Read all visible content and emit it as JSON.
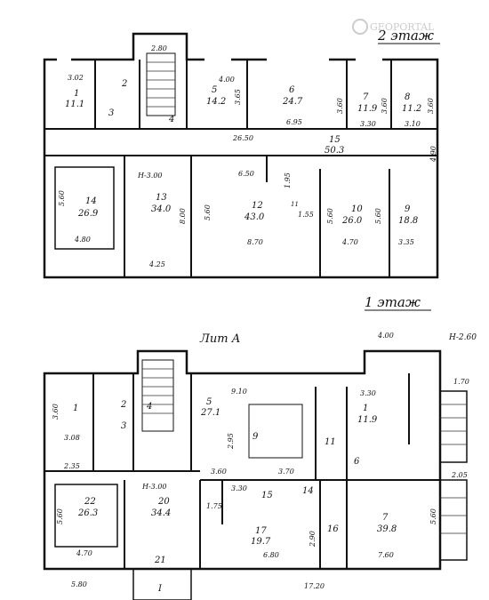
{
  "logo": {
    "text": "GEOPORTAL"
  },
  "floor2": {
    "title": "2 этаж",
    "rooms": [
      {
        "no": "1",
        "area": "11.1"
      },
      {
        "no": "2",
        "area": ""
      },
      {
        "no": "3",
        "area": ""
      },
      {
        "no": "4",
        "area": ""
      },
      {
        "no": "5",
        "area": "14.2"
      },
      {
        "no": "6",
        "area": "24.7"
      },
      {
        "no": "7",
        "area": "11.9"
      },
      {
        "no": "8",
        "area": "11.2"
      },
      {
        "no": "9",
        "area": "18.8"
      },
      {
        "no": "10",
        "area": "26.0"
      },
      {
        "no": "11",
        "area": ""
      },
      {
        "no": "12",
        "area": "43.0"
      },
      {
        "no": "13",
        "area": "34.0"
      },
      {
        "no": "14",
        "area": "26.9"
      },
      {
        "no": "15",
        "area": "50.3"
      }
    ],
    "dims": [
      "3.02",
      "2.80",
      "4.00",
      "3.65",
      "3.60",
      "3.60",
      "3.60",
      "6.95",
      "3.30",
      "3.10",
      "26.50",
      "4.90",
      "6.50",
      "1.95",
      "1.55",
      "5.60",
      "5.60",
      "5.60",
      "5.60",
      "8.00",
      "8.70",
      "4.70",
      "3.35",
      "4.80",
      "4.25",
      "H-3.00"
    ]
  },
  "floor1": {
    "title": "1 этаж",
    "lit": "Лит А",
    "height_note": "H-2.60",
    "rooms": [
      {
        "no": "1",
        "area": ""
      },
      {
        "no": "1",
        "area": "11.9"
      },
      {
        "no": "2",
        "area": ""
      },
      {
        "no": "3",
        "area": ""
      },
      {
        "no": "4",
        "area": ""
      },
      {
        "no": "5",
        "area": "27.1"
      },
      {
        "no": "6",
        "area": ""
      },
      {
        "no": "7",
        "area": "39.8"
      },
      {
        "no": "9",
        "area": ""
      },
      {
        "no": "11",
        "area": ""
      },
      {
        "no": "14",
        "area": ""
      },
      {
        "no": "15",
        "area": ""
      },
      {
        "no": "16",
        "area": ""
      },
      {
        "no": "17",
        "area": "19.7"
      },
      {
        "no": "20",
        "area": "34.4"
      },
      {
        "no": "21",
        "area": ""
      },
      {
        "no": "22",
        "area": "26.3"
      },
      {
        "no": "I",
        "area": ""
      }
    ],
    "dims": [
      "3.60",
      "3.08",
      "2.35",
      "9.10",
      "3.30",
      "4.00",
      "1.70",
      "2.95",
      "3.60",
      "3.70",
      "2.05",
      "5.60",
      "5.60",
      "4.70",
      "6.80",
      "7.60",
      "17.20",
      "5.80",
      "3.30",
      "1.75",
      "2.90",
      "H-3.00"
    ]
  }
}
